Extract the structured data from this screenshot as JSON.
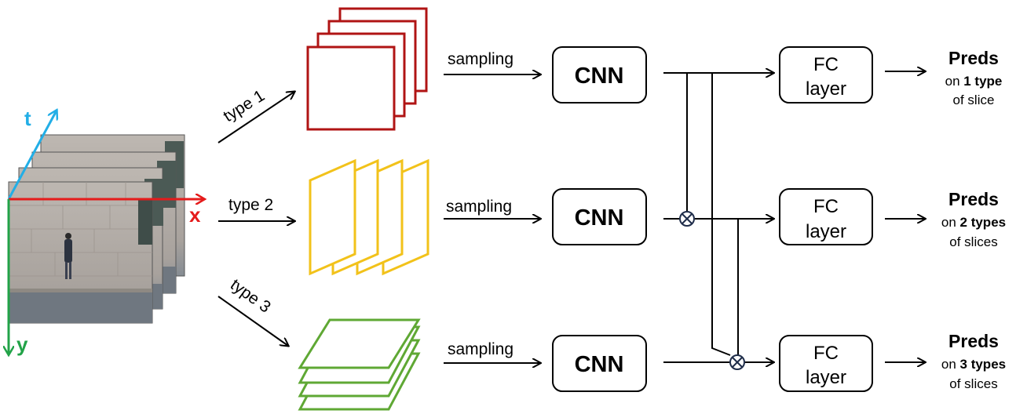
{
  "axes": {
    "t": {
      "label": "t",
      "color": "#22AEE6"
    },
    "x": {
      "label": "x",
      "color": "#E51B1B"
    },
    "y": {
      "label": "y",
      "color": "#22A348"
    }
  },
  "branches": [
    {
      "type_label": "type 1",
      "slice_color": "#B01414",
      "sampling_label": "sampling",
      "cnn_label": "CNN",
      "fc_label_line1": "FC",
      "fc_label_line2": "layer",
      "pred_title": "Preds",
      "pred_pre": "on ",
      "pred_bold": "1 type",
      "pred_line2": "of slice"
    },
    {
      "type_label": "type 2",
      "slice_color": "#F2C21A",
      "sampling_label": "sampling",
      "cnn_label": "CNN",
      "fc_label_line1": "FC",
      "fc_label_line2": "layer",
      "pred_title": "Preds",
      "pred_pre": "on ",
      "pred_bold": "2 types",
      "pred_line2": "of slices"
    },
    {
      "type_label": "type 3",
      "slice_color": "#5FA834",
      "sampling_label": "sampling",
      "cnn_label": "CNN",
      "fc_label_line1": "FC",
      "fc_label_line2": "layer",
      "pred_title": "Preds",
      "pred_pre": "on ",
      "pred_bold": "3 types",
      "pred_line2": "of slices"
    }
  ],
  "fusion_symbol": "⊗"
}
